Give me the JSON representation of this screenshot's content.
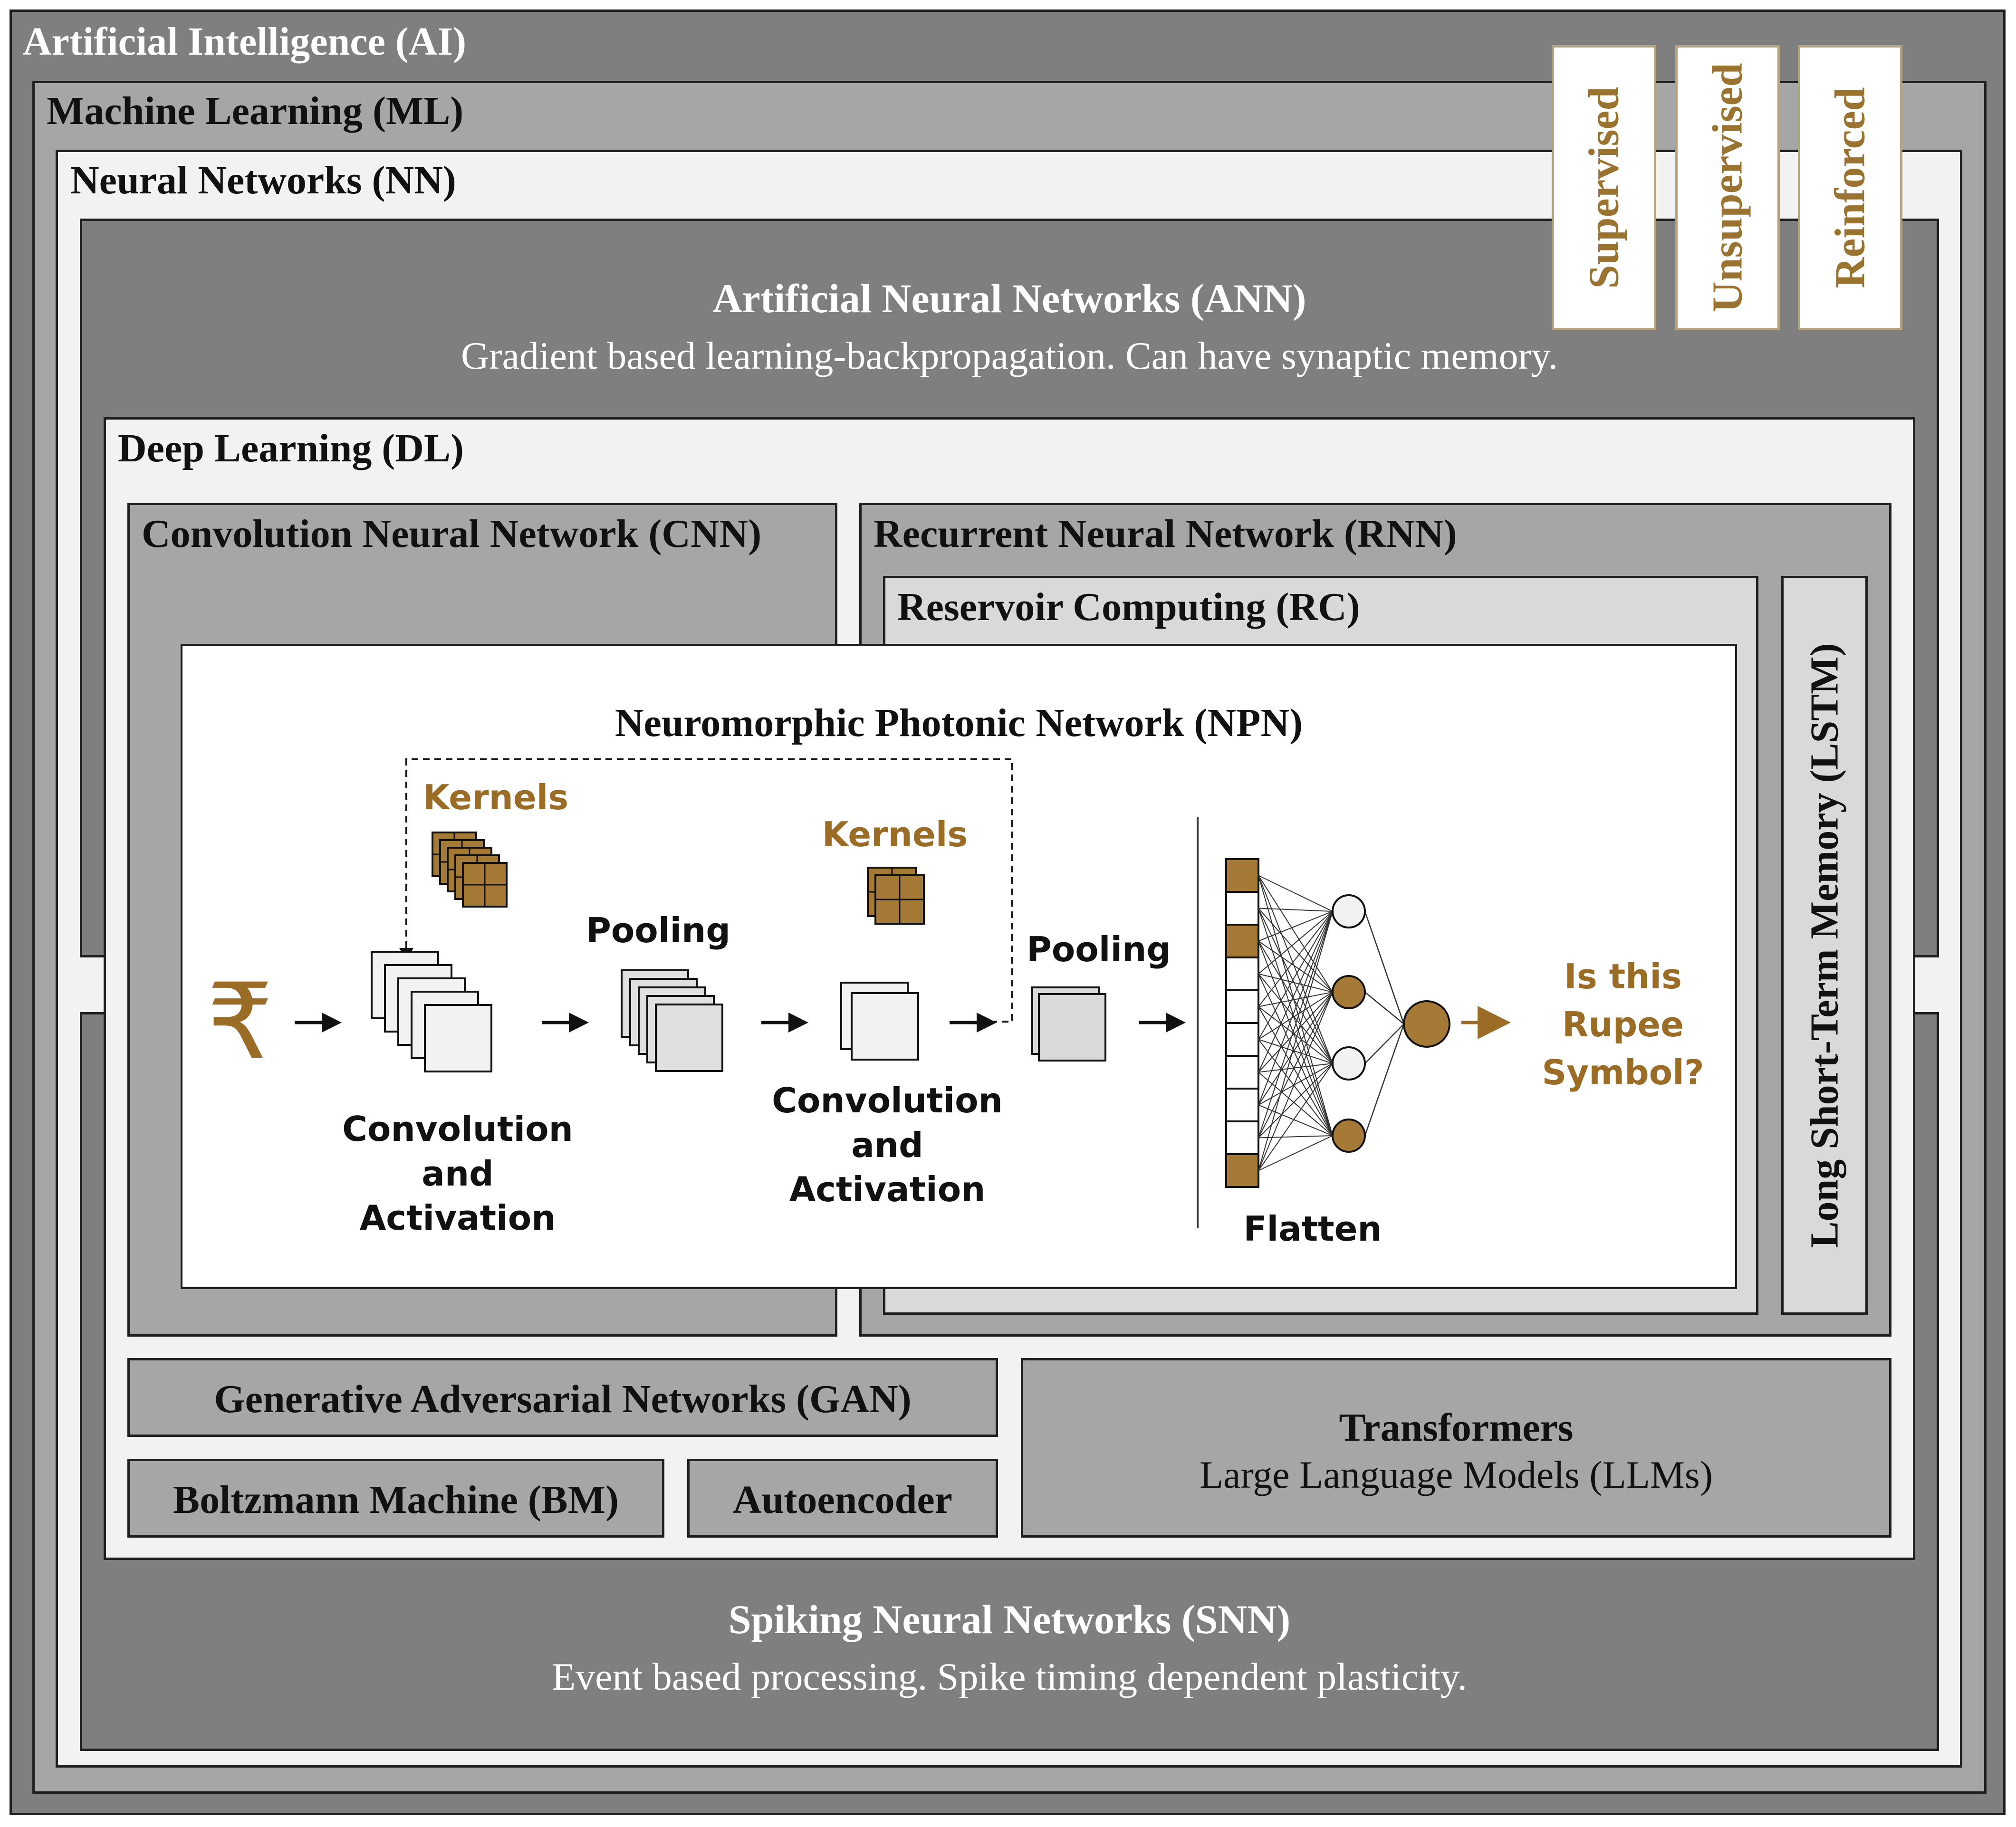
{
  "colors": {
    "ai_bg": "#7f7f7f",
    "ml_bg": "#a6a6a6",
    "nn_bg": "#f2f2f2",
    "ann_bg": "#7f7f7f",
    "dl_bg": "#f2f2f2",
    "cnn_bg": "#a6a6a6",
    "rnn_bg": "#a6a6a6",
    "rc_bg": "#d9d9d9",
    "lstm_bg": "#d9d9d9",
    "npn_bg": "#ffffff",
    "accent_gold": "#9a6c26",
    "kernel_fill": "#a57a36"
  },
  "ai": {
    "title": "Artificial Intelligence (AI)"
  },
  "ml": {
    "title": "Machine Learning (ML)"
  },
  "nn": {
    "title": "Neural Networks (NN)"
  },
  "learning_types": [
    "Supervised",
    "Unsupervised",
    "Reinforced"
  ],
  "ann": {
    "title": "Artificial Neural Networks (ANN)",
    "subtitle": "Gradient based learning-backpropagation. Can have synaptic memory."
  },
  "dl": {
    "title": "Deep Learning (DL)"
  },
  "cnn": {
    "title": "Convolution Neural Network (CNN)"
  },
  "rnn": {
    "title": "Recurrent Neural Network (RNN)"
  },
  "rc": {
    "title": "Reservoir Computing (RC)"
  },
  "lstm": {
    "title": "Long Short-Term Memory (LSTM)"
  },
  "npn": {
    "title": "Neuromorphic Photonic Network (NPN)",
    "input_symbol": "₹",
    "kernels1": "Kernels",
    "kernels2": "Kernels",
    "conv1": [
      "Convolution",
      "and",
      "Activation"
    ],
    "pool1": "Pooling",
    "conv2": [
      "Convolution",
      "and",
      "Activation"
    ],
    "pool2": "Pooling",
    "flatten": "Flatten",
    "output": [
      "Is this",
      "Rupee",
      "Symbol?"
    ],
    "flatten_cells": 10,
    "flatten_filled": [
      0,
      2,
      9
    ],
    "hidden_nodes_filled": [
      false,
      true,
      false,
      true
    ]
  },
  "gan": {
    "title": "Generative Adversarial Networks (GAN)"
  },
  "bm": {
    "title": "Boltzmann Machine (BM)"
  },
  "autoencoder": {
    "title": "Autoencoder"
  },
  "transformers": {
    "title": "Transformers",
    "subtitle": "Large Language Models (LLMs)"
  },
  "snn": {
    "title": "Spiking Neural Networks (SNN)",
    "subtitle": "Event based processing. Spike timing dependent plasticity."
  }
}
